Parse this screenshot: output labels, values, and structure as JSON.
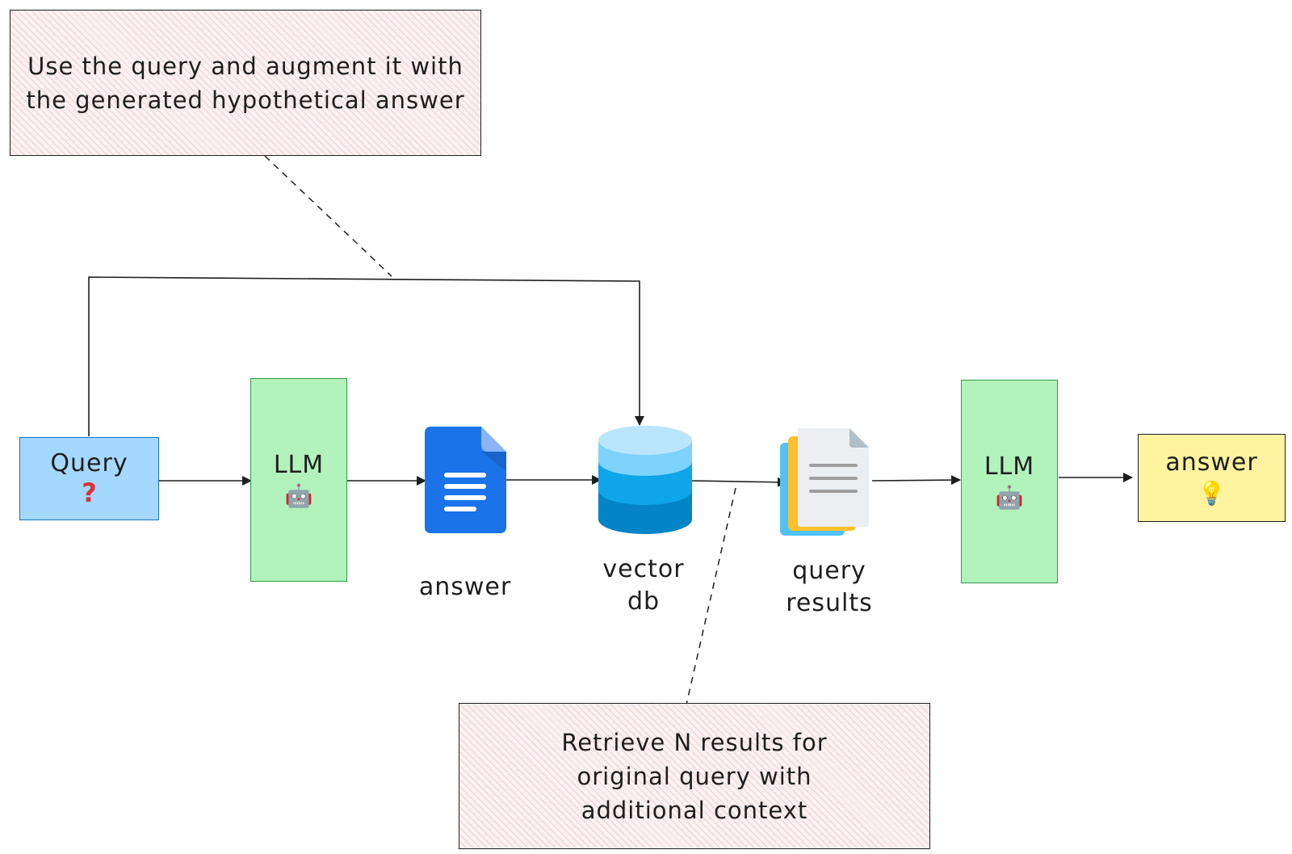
{
  "notes": {
    "top": "Use the query and augment it with the generated hypothetical answer",
    "bottom": "Retrieve N results for original query with additional context"
  },
  "nodes": {
    "query": {
      "label": "Query",
      "emoji": "❓"
    },
    "llm_1": {
      "label": "LLM",
      "emoji": "🤖"
    },
    "answer_doc": {
      "label": "answer",
      "icon": "document-icon"
    },
    "vector_db": {
      "label_line1": "vector",
      "label_line2": "db",
      "icon": "database-icon"
    },
    "query_results": {
      "label_line1": "query",
      "label_line2": "results",
      "icon": "documents-stack-icon"
    },
    "llm_2": {
      "label": "LLM",
      "emoji": "🤖"
    },
    "final_answer": {
      "label": "answer",
      "emoji": "💡"
    }
  },
  "colors": {
    "query_fill": "#a5d8ff",
    "llm_fill": "#b2f2bb",
    "answer_fill": "#fff3a0",
    "note_fill": "#fbf1f1",
    "doc_blue": "#1a73e8",
    "db_blue": "#0ea5e9"
  }
}
